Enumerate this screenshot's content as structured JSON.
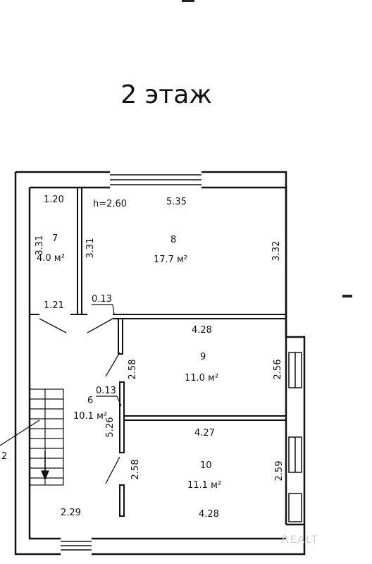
{
  "title": "2 этаж",
  "ceiling_height": "h=2.60",
  "rooms": [
    {
      "id": "r7",
      "number": "7",
      "area": "4.0 м²"
    },
    {
      "id": "r8",
      "number": "8",
      "area": "17.7 м²"
    },
    {
      "id": "r9",
      "number": "9",
      "area": "11.0 м²"
    },
    {
      "id": "r6",
      "number": "6",
      "area": "10.1 м²"
    },
    {
      "id": "r10",
      "number": "10",
      "area": "11.1 м²"
    }
  ],
  "dimensions": {
    "r7_width": "1.20",
    "r7_height": "3.31",
    "r7_wall": "3.31",
    "r8_width": "5.35",
    "r8_height": "3.32",
    "hall_top": "1.21",
    "wall_thickness_a": "0.13",
    "r9_width": "4.28",
    "r9_left": "2.58",
    "r9_right": "2.56",
    "wall_thickness_b": "0.13",
    "r6_height": "5.26",
    "r10_width_top": "4.27",
    "r10_left": "2.58",
    "r10_right": "2.59",
    "bottom_left": "2.29",
    "r10_width_bottom": "4.28",
    "edge_cut": "2"
  },
  "watermark": "REALT"
}
